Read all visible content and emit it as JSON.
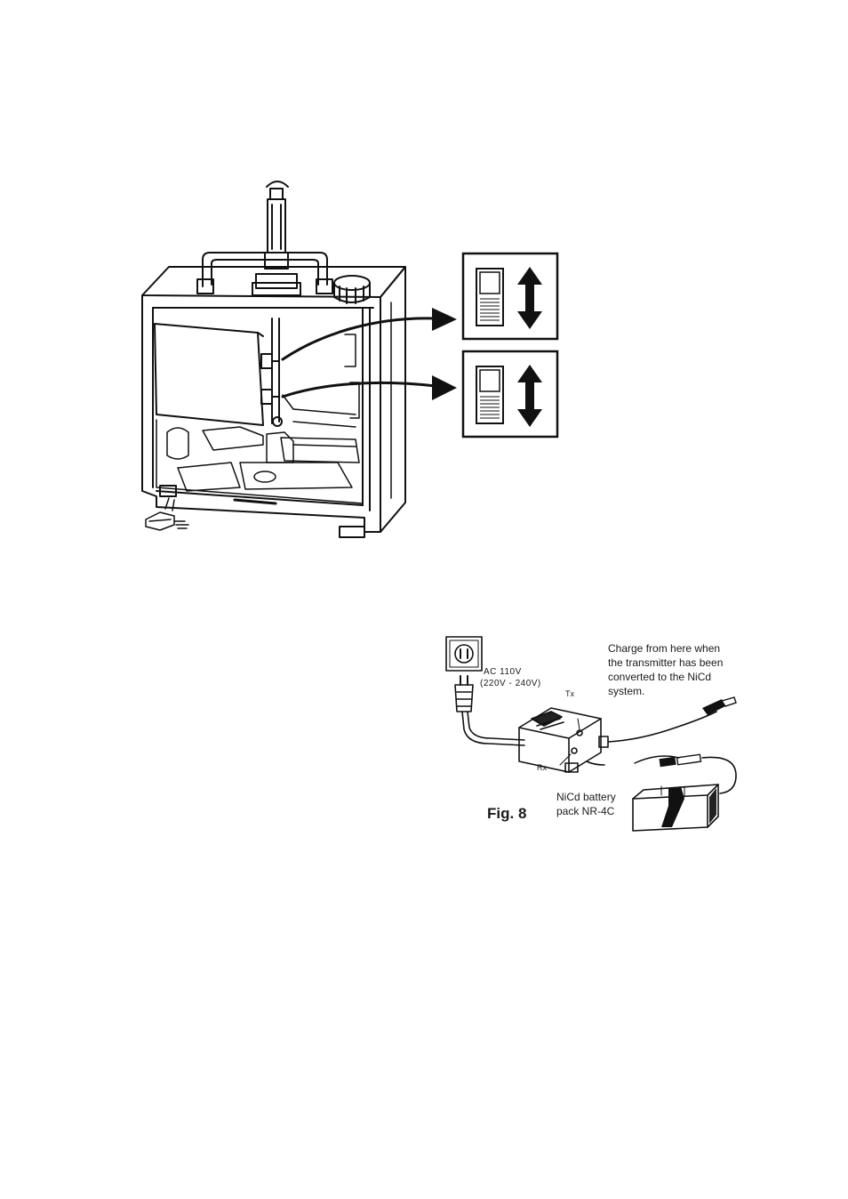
{
  "figure1": {
    "switches": [
      {
        "position": "upper"
      },
      {
        "position": "lower"
      }
    ]
  },
  "figure8": {
    "note_lines": [
      "Charge from here when",
      "the transmitter has been",
      "converted to the NiCd",
      "system."
    ],
    "ac_label": "AC 110V",
    "ac_alt_label": "(220V - 240V)",
    "tx_label": "Tx",
    "rx_label": "Rx",
    "battery_line1": "NiCd battery",
    "battery_line2": "pack NR-4C",
    "fig_label": "Fig. 8"
  }
}
